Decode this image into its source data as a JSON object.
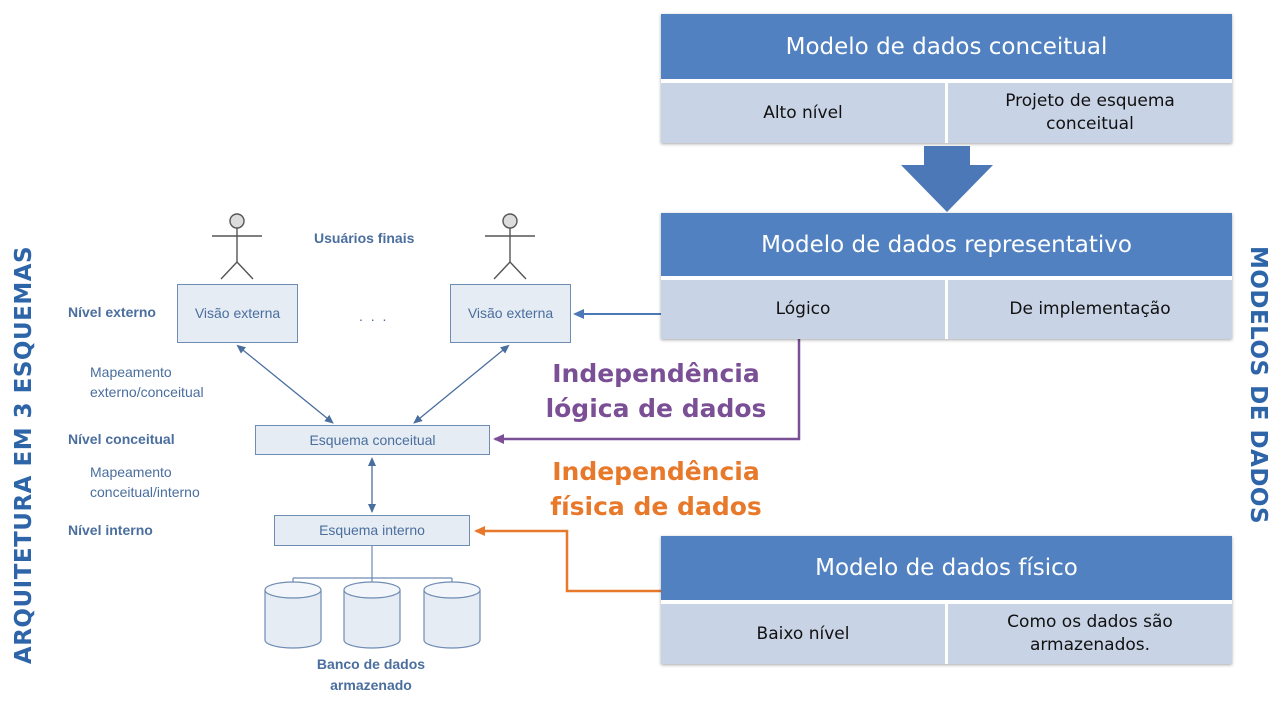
{
  "side_titles": {
    "left": "ARQUITETURA EM 3 ESQUEMAS",
    "right": "MODELOS DE DADOS"
  },
  "models": {
    "conceptual": {
      "title": "Modelo de dados conceitual",
      "cell_left": "Alto nível",
      "cell_right": "Projeto de esquema conceitual"
    },
    "representative": {
      "title": "Modelo de dados representativo",
      "cell_left": "Lógico",
      "cell_right": "De implementação"
    },
    "physical": {
      "title": "Modelo de dados físico",
      "cell_left": "Baixo nível",
      "cell_right": "Como os dados são armazenados."
    }
  },
  "independence": {
    "logical": "Independência lógica de dados",
    "physical": "Independência física de dados"
  },
  "architecture": {
    "end_users": "Usuários finais",
    "external_level": "Nível externo",
    "external_view_1": "Visão externa",
    "external_view_2": "Visão externa",
    "ellipsis": ". . .",
    "mapping_ext_conc": "Mapeamento externo/conceitual",
    "conceptual_level": "Nível conceitual",
    "conceptual_schema": "Esquema conceitual",
    "mapping_conc_int": "Mapeamento conceitual/interno",
    "internal_level": "Nível interno",
    "internal_schema": "Esquema interno",
    "stored_database": "Banco de dados armazenado"
  },
  "colors": {
    "title_blue": "#2e64a8",
    "header_blue": "#5181c0",
    "cell_blue": "#c8d3e6",
    "logical_purple": "#7a4f96",
    "physical_orange": "#e8782a",
    "diagram_blue": "#4a6e9e"
  }
}
